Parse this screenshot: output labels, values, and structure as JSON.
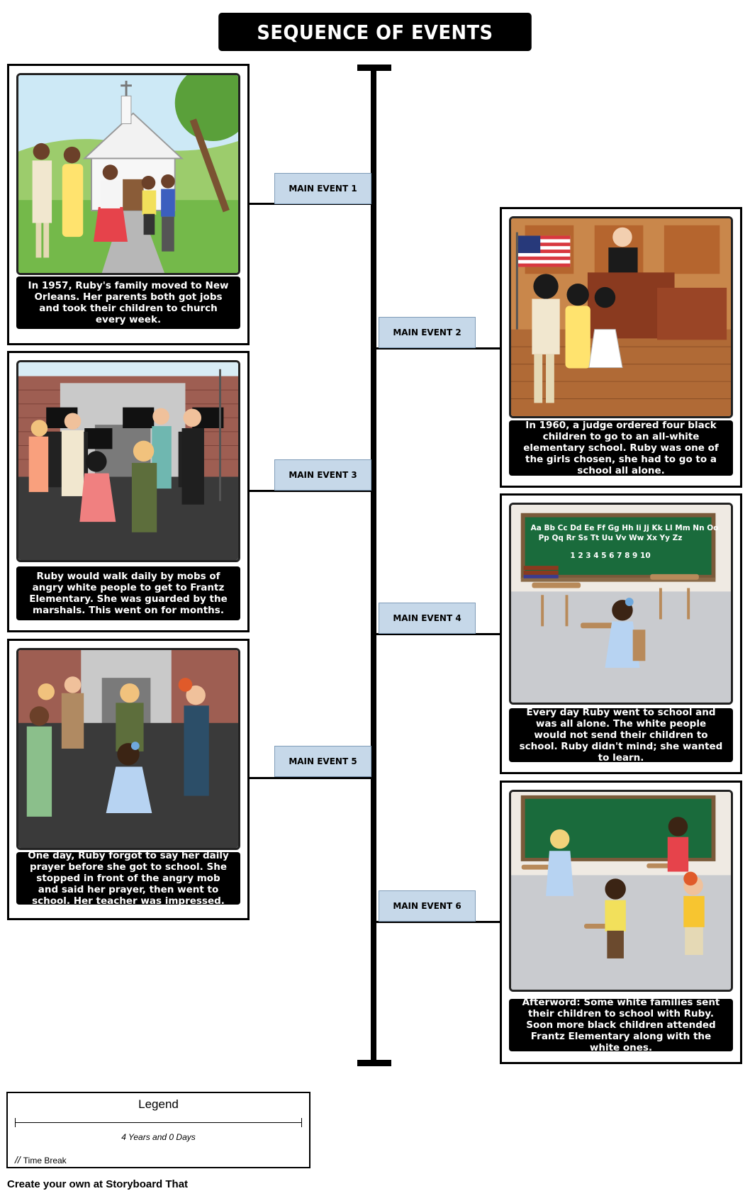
{
  "title": "SEQUENCE OF EVENTS",
  "events": [
    {
      "label": "MAIN EVENT 1",
      "caption": "In 1957, Ruby's family moved to New Orleans. Her parents both got jobs and took their children to church every week."
    },
    {
      "label": "MAIN EVENT 2",
      "caption": "In 1960, a judge ordered four black children to go to an all-white elementary school. Ruby was one of the girls chosen, she had to go to a school all alone."
    },
    {
      "label": "MAIN EVENT 3",
      "caption": "Ruby would walk daily by mobs of angry white people to get to Frantz Elementary. She was guarded by the marshals. This went on for months."
    },
    {
      "label": "MAIN EVENT 4",
      "caption": "Every day Ruby went to school and was all alone. The white people would not send their children to school. Ruby didn't mind; she wanted to learn."
    },
    {
      "label": "MAIN EVENT 5",
      "caption": "One day, Ruby forgot to say her daily prayer before she got to school. She stopped in front of the angry mob and said her prayer, then went to school. Her teacher was impressed."
    },
    {
      "label": "MAIN EVENT 6",
      "caption": "Afterword: Some white families sent their children to school with Ruby. Soon more black children attended Frantz Elementary along with the white ones."
    }
  ],
  "chalkboard": {
    "line1": "Aa Bb Cc Dd Ee Ff Gg Hh Ii Jj Kk Ll Mm Nn Oo",
    "line2": "Pp Qq Rr Ss Tt Uu Vv Ww Xx Yy Zz",
    "line3": "1 2 3 4 5 6 7 8 9 10"
  },
  "legend": {
    "title": "Legend",
    "duration": "4 Years and 0 Days",
    "break_symbol": "//",
    "break_label": "Time Break"
  },
  "footer": "Create your own at Storyboard That",
  "colors": {
    "label_fill": "#c6d8e9",
    "caption_bg": "#000000",
    "sky": "#cde9f6",
    "grass": "#74b94a",
    "chalkboard": "#1a6b3c",
    "courtroom_wall": "#b5652e",
    "brick": "#9e5e52"
  }
}
